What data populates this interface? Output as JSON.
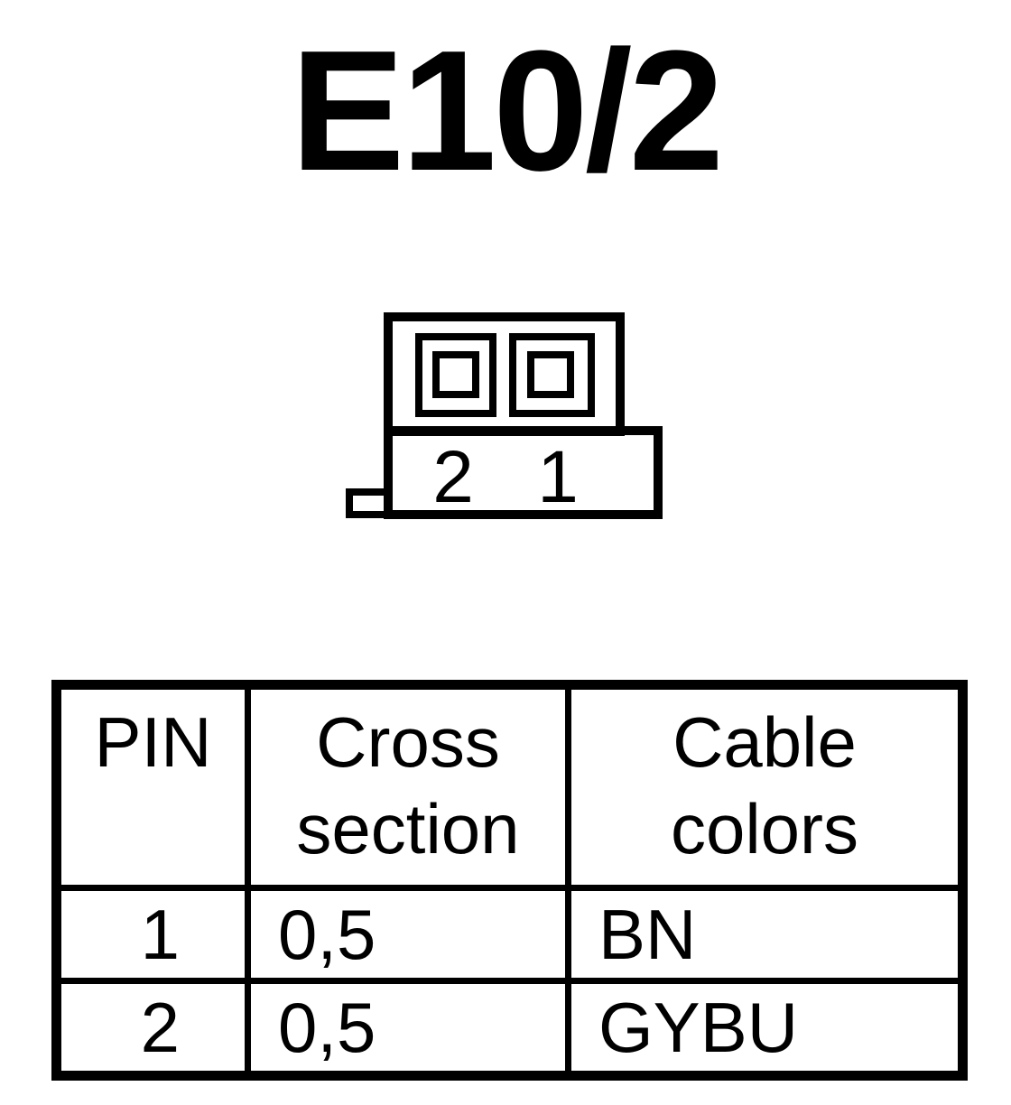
{
  "connector": {
    "name": "E10/2",
    "pin_labels": [
      "2",
      "1"
    ]
  },
  "table": {
    "headers": {
      "pin": [
        "PIN"
      ],
      "cross_section": [
        "Cross",
        "section"
      ],
      "cable_colors": [
        "Cable",
        "colors"
      ]
    },
    "rows": [
      {
        "pin": "1",
        "cross_section": "0,5",
        "cable_color": "BN"
      },
      {
        "pin": "2",
        "cross_section": "0,5",
        "cable_color": "GYBU"
      }
    ]
  },
  "colors": {
    "ink": "#000000",
    "background": "#ffffff"
  }
}
